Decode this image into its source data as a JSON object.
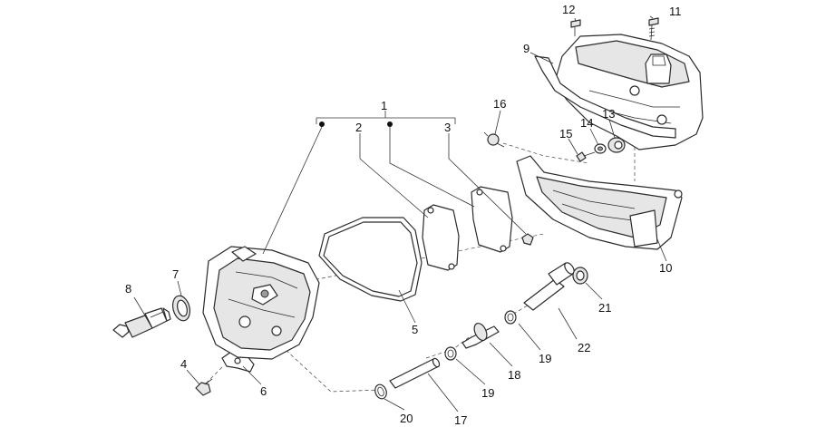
{
  "callouts": {
    "c1": "1",
    "c2": "2",
    "c3": "3",
    "c4": "4",
    "c5": "5",
    "c6": "6",
    "c7": "7",
    "c8": "8",
    "c9": "9",
    "c10": "10",
    "c11": "11",
    "c12": "12",
    "c13": "13",
    "c14": "14",
    "c15": "15",
    "c16": "16",
    "c17": "17",
    "c18": "18",
    "c19a": "19",
    "c19b": "19",
    "c20": "20",
    "c21": "21",
    "c22": "22"
  }
}
